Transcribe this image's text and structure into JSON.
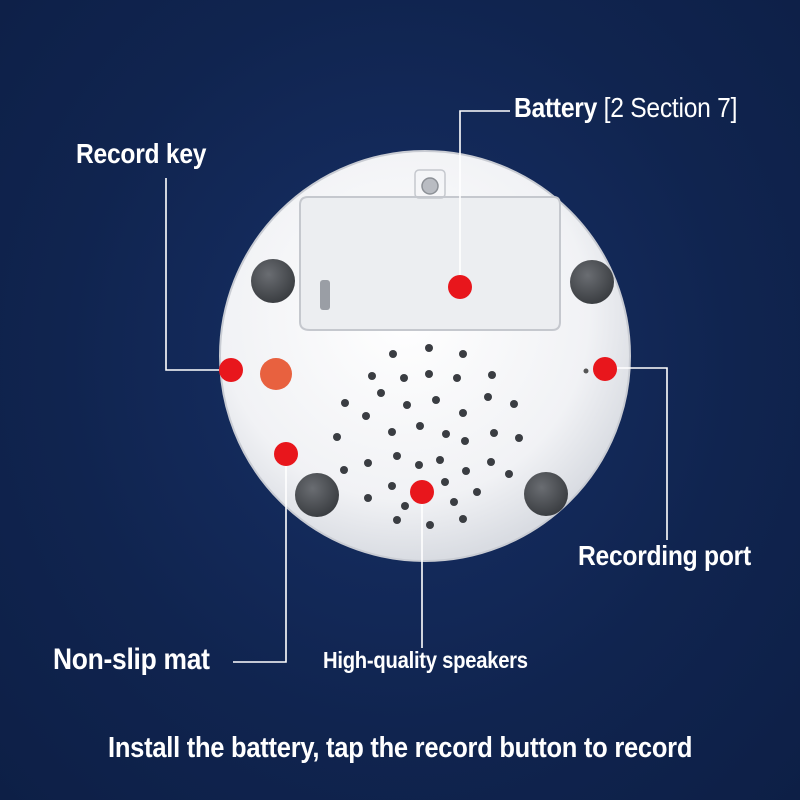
{
  "labels": {
    "battery": "Battery",
    "battery_spec": "[2 Section 7]",
    "record_key": "Record key",
    "recording_port": "Recording port",
    "non_slip_mat": "Non-slip mat",
    "speakers": "High-quality speakers"
  },
  "caption": "Install the battery, tap the record button to record",
  "colors": {
    "background": "#10244f",
    "device_body": "#f4f5f7",
    "marker": "#e8161c",
    "button": "#e8613f",
    "feet": "#4a4d52",
    "leader_line": "#ffffff"
  }
}
